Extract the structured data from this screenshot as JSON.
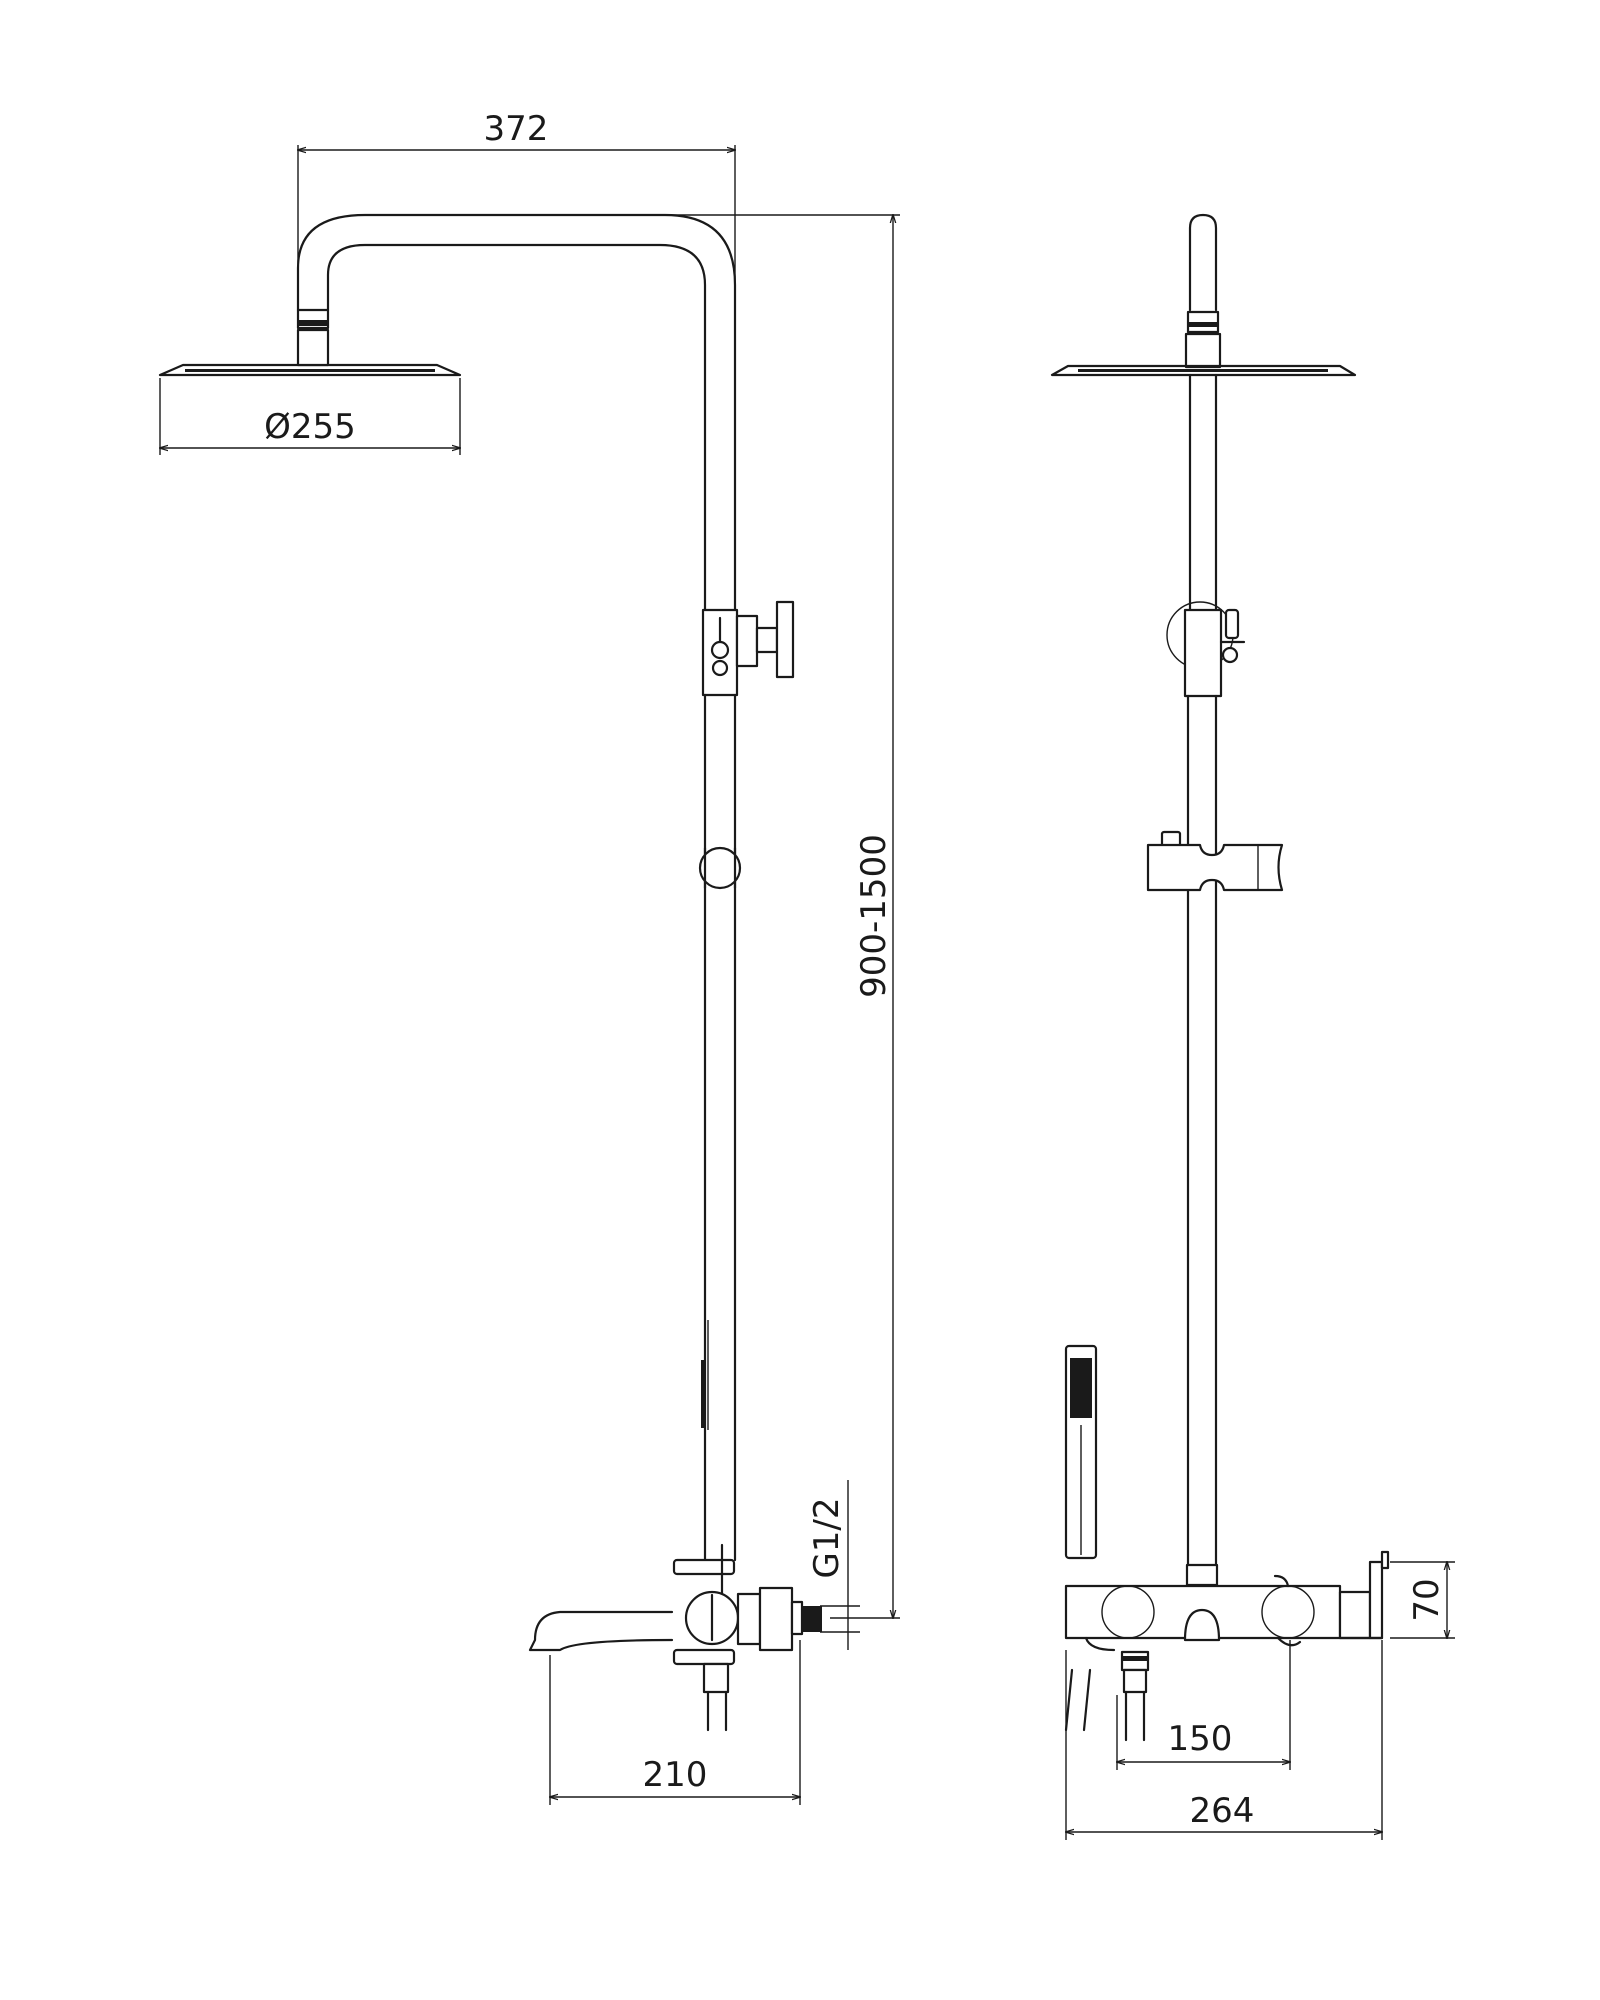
{
  "dimensions": {
    "arm_reach": "372",
    "head_diameter": "Ø255",
    "height_range": "900-1500",
    "thread": "G1/2",
    "spout_projection": "210",
    "mixer_height": "70",
    "inlet_centers": "150",
    "total_depth": "264"
  },
  "colors": {
    "line": "#1a1a1a",
    "background": "#ffffff"
  }
}
